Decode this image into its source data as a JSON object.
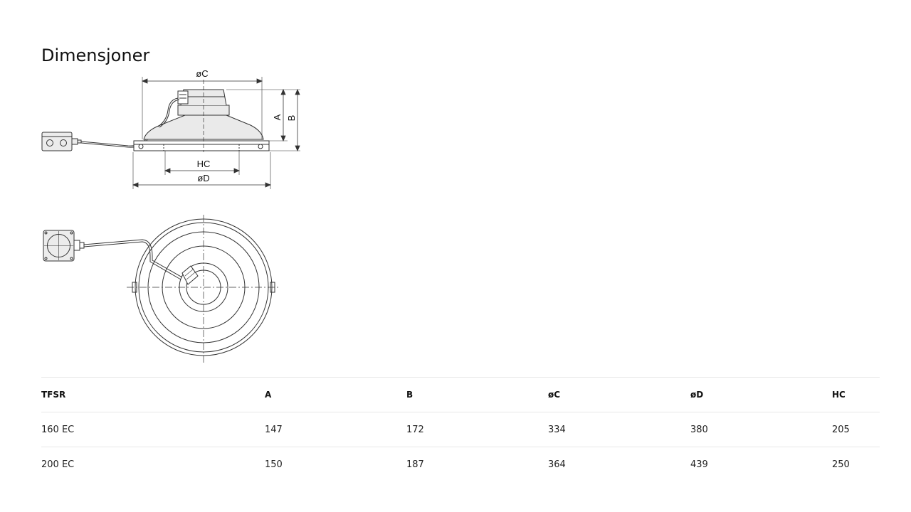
{
  "title": "Dimensjoner",
  "drawing_labels": {
    "oc": "øC",
    "a": "A",
    "b": "B",
    "hc": "HC",
    "od": "øD"
  },
  "table": {
    "headers": [
      "TFSR",
      "A",
      "B",
      "øC",
      "øD",
      "HC"
    ],
    "rows": [
      [
        "160 EC",
        "147",
        "172",
        "334",
        "380",
        "205"
      ],
      [
        "200 EC",
        "150",
        "187",
        "364",
        "439",
        "250"
      ]
    ]
  },
  "colors": {
    "line": "#333333",
    "body_fill": "#e9e9e9",
    "border": "#e8e8e8"
  }
}
